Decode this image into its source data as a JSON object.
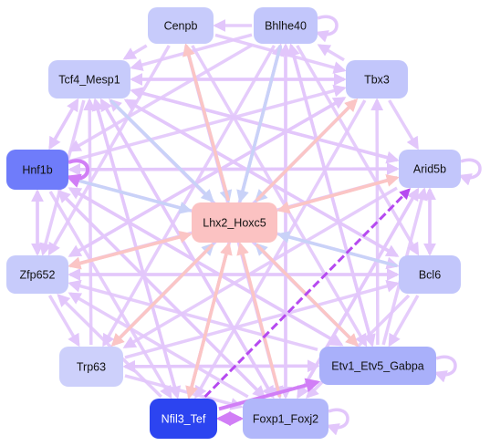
{
  "nodes": [
    {
      "id": "Cenpb",
      "label": "Cenpb",
      "fill": "#c7cbfb",
      "text": "dark-text"
    },
    {
      "id": "Bhlhe40",
      "label": "Bhlhe40",
      "fill": "#c2c6fb",
      "text": "dark-text"
    },
    {
      "id": "Tcf4_Mesp1",
      "label": "Tcf4_Mesp1",
      "fill": "#c7cbfb",
      "text": "dark-text"
    },
    {
      "id": "Tbx3",
      "label": "Tbx3",
      "fill": "#c2c6fb",
      "text": "dark-text"
    },
    {
      "id": "Hnf1b",
      "label": "Hnf1b",
      "fill": "#6f7cfa",
      "text": "dark-text"
    },
    {
      "id": "Arid5b",
      "label": "Arid5b",
      "fill": "#c2c6fb",
      "text": "dark-text"
    },
    {
      "id": "Lhx2_Hoxc5",
      "label": "Lhx2_Hoxc5",
      "fill": "#fbc2c2",
      "text": "dark-text"
    },
    {
      "id": "Zfp652",
      "label": "Zfp652",
      "fill": "#c7cbfb",
      "text": "dark-text"
    },
    {
      "id": "Bcl6",
      "label": "Bcl6",
      "fill": "#c2c6fb",
      "text": "dark-text"
    },
    {
      "id": "Trp63",
      "label": "Trp63",
      "fill": "#cdd0fb",
      "text": "dark-text"
    },
    {
      "id": "Etv1_Etv5_Gabpa",
      "label": "Etv1_Etv5_Gabpa",
      "fill": "#a9b0fa",
      "text": "dark-text"
    },
    {
      "id": "Nfil3_Tef",
      "label": "Nfil3_Tef",
      "fill": "#2c44f0",
      "text": "light-text"
    },
    {
      "id": "Foxp1_Foxj2",
      "label": "Foxp1_Foxj2",
      "fill": "#b1b7fa",
      "text": "dark-text"
    }
  ],
  "edge_colors": {
    "regular": "#e2c6fb",
    "repress": "#fbc5c5",
    "weak": "#c9d2f8",
    "strong": "#b64af0",
    "self": "#d17ef6"
  },
  "edges": [
    {
      "from": "Tcf4_Mesp1",
      "to": "Tbx3",
      "kind": "regular"
    },
    {
      "from": "Tcf4_Mesp1",
      "to": "Arid5b",
      "kind": "regular"
    },
    {
      "from": "Tcf4_Mesp1",
      "to": "Bcl6",
      "kind": "regular"
    },
    {
      "from": "Tcf4_Mesp1",
      "to": "Etv1_Etv5_Gabpa",
      "kind": "regular"
    },
    {
      "from": "Tcf4_Mesp1",
      "to": "Foxp1_Foxj2",
      "kind": "regular"
    },
    {
      "from": "Tcf4_Mesp1",
      "to": "Nfil3_Tef",
      "kind": "regular"
    },
    {
      "from": "Tcf4_Mesp1",
      "to": "Zfp652",
      "kind": "regular"
    },
    {
      "from": "Tcf4_Mesp1",
      "to": "Hnf1b",
      "kind": "regular"
    },
    {
      "from": "Tcf4_Mesp1",
      "to": "Lhx2_Hoxc5",
      "kind": "weak"
    },
    {
      "from": "Cenpb",
      "to": "Tcf4_Mesp1",
      "kind": "regular"
    },
    {
      "from": "Cenpb",
      "to": "Tbx3",
      "kind": "regular"
    },
    {
      "from": "Cenpb",
      "to": "Foxp1_Foxj2",
      "kind": "regular"
    },
    {
      "from": "Cenpb",
      "to": "Etv1_Etv5_Gabpa",
      "kind": "regular"
    },
    {
      "from": "Cenpb",
      "to": "Zfp652",
      "kind": "regular"
    },
    {
      "from": "Cenpb",
      "to": "Lhx2_Hoxc5",
      "kind": "weak"
    },
    {
      "from": "Bhlhe40",
      "to": "Cenpb",
      "kind": "regular"
    },
    {
      "from": "Bhlhe40",
      "to": "Tcf4_Mesp1",
      "kind": "regular"
    },
    {
      "from": "Bhlhe40",
      "to": "Hnf1b",
      "kind": "regular"
    },
    {
      "from": "Bhlhe40",
      "to": "Trp63",
      "kind": "regular"
    },
    {
      "from": "Bhlhe40",
      "to": "Foxp1_Foxj2",
      "kind": "regular"
    },
    {
      "from": "Bhlhe40",
      "to": "Nfil3_Tef",
      "kind": "regular"
    },
    {
      "from": "Bhlhe40",
      "to": "Etv1_Etv5_Gabpa",
      "kind": "regular"
    },
    {
      "from": "Bhlhe40",
      "to": "Bcl6",
      "kind": "regular"
    },
    {
      "from": "Bhlhe40",
      "to": "Lhx2_Hoxc5",
      "kind": "weak"
    },
    {
      "from": "Tbx3",
      "to": "Tcf4_Mesp1",
      "kind": "regular"
    },
    {
      "from": "Tbx3",
      "to": "Arid5b",
      "kind": "regular"
    },
    {
      "from": "Tbx3",
      "to": "Zfp652",
      "kind": "regular"
    },
    {
      "from": "Tbx3",
      "to": "Trp63",
      "kind": "regular"
    },
    {
      "from": "Tbx3",
      "to": "Nfil3_Tef",
      "kind": "regular"
    },
    {
      "from": "Tbx3",
      "to": "Bhlhe40",
      "kind": "regular"
    },
    {
      "from": "Tbx3",
      "to": "Lhx2_Hoxc5",
      "kind": "weak"
    },
    {
      "from": "Hnf1b",
      "to": "Tcf4_Mesp1",
      "kind": "regular"
    },
    {
      "from": "Hnf1b",
      "to": "Zfp652",
      "kind": "regular"
    },
    {
      "from": "Hnf1b",
      "to": "Arid5b",
      "kind": "regular"
    },
    {
      "from": "Hnf1b",
      "to": "Bcl6",
      "kind": "regular"
    },
    {
      "from": "Hnf1b",
      "to": "Etv1_Etv5_Gabpa",
      "kind": "regular"
    },
    {
      "from": "Hnf1b",
      "to": "Foxp1_Foxj2",
      "kind": "regular"
    },
    {
      "from": "Hnf1b",
      "to": "Nfil3_Tef",
      "kind": "regular"
    },
    {
      "from": "Hnf1b",
      "to": "Tbx3",
      "kind": "regular"
    },
    {
      "from": "Hnf1b",
      "to": "Lhx2_Hoxc5",
      "kind": "weak"
    },
    {
      "from": "Arid5b",
      "to": "Hnf1b",
      "kind": "regular"
    },
    {
      "from": "Arid5b",
      "to": "Tcf4_Mesp1",
      "kind": "regular"
    },
    {
      "from": "Arid5b",
      "to": "Trp63",
      "kind": "regular"
    },
    {
      "from": "Arid5b",
      "to": "Zfp652",
      "kind": "regular"
    },
    {
      "from": "Arid5b",
      "to": "Foxp1_Foxj2",
      "kind": "regular"
    },
    {
      "from": "Arid5b",
      "to": "Bcl6",
      "kind": "regular"
    },
    {
      "from": "Arid5b",
      "to": "Lhx2_Hoxc5",
      "kind": "repress"
    },
    {
      "from": "Zfp652",
      "to": "Hnf1b",
      "kind": "regular"
    },
    {
      "from": "Zfp652",
      "to": "Tbx3",
      "kind": "regular"
    },
    {
      "from": "Zfp652",
      "to": "Bcl6",
      "kind": "regular"
    },
    {
      "from": "Zfp652",
      "to": "Trp63",
      "kind": "regular"
    },
    {
      "from": "Zfp652",
      "to": "Lhx2_Hoxc5",
      "kind": "repress"
    },
    {
      "from": "Bcl6",
      "to": "Arid5b",
      "kind": "regular"
    },
    {
      "from": "Bcl6",
      "to": "Tcf4_Mesp1",
      "kind": "regular"
    },
    {
      "from": "Bcl6",
      "to": "Zfp652",
      "kind": "regular"
    },
    {
      "from": "Bcl6",
      "to": "Etv1_Etv5_Gabpa",
      "kind": "regular"
    },
    {
      "from": "Bcl6",
      "to": "Foxp1_Foxj2",
      "kind": "regular"
    },
    {
      "from": "Bcl6",
      "to": "Lhx2_Hoxc5",
      "kind": "weak"
    },
    {
      "from": "Trp63",
      "to": "Tcf4_Mesp1",
      "kind": "regular"
    },
    {
      "from": "Trp63",
      "to": "Tbx3",
      "kind": "regular"
    },
    {
      "from": "Trp63",
      "to": "Bcl6",
      "kind": "regular"
    },
    {
      "from": "Trp63",
      "to": "Etv1_Etv5_Gabpa",
      "kind": "regular"
    },
    {
      "from": "Trp63",
      "to": "Foxp1_Foxj2",
      "kind": "regular"
    },
    {
      "from": "Trp63",
      "to": "Lhx2_Hoxc5",
      "kind": "weak"
    },
    {
      "from": "Etv1_Etv5_Gabpa",
      "to": "Tcf4_Mesp1",
      "kind": "regular"
    },
    {
      "from": "Etv1_Etv5_Gabpa",
      "to": "Bhlhe40",
      "kind": "regular"
    },
    {
      "from": "Etv1_Etv5_Gabpa",
      "to": "Tbx3",
      "kind": "regular"
    },
    {
      "from": "Etv1_Etv5_Gabpa",
      "to": "Hnf1b",
      "kind": "regular"
    },
    {
      "from": "Etv1_Etv5_Gabpa",
      "to": "Zfp652",
      "kind": "regular"
    },
    {
      "from": "Etv1_Etv5_Gabpa",
      "to": "Arid5b",
      "kind": "regular"
    },
    {
      "from": "Etv1_Etv5_Gabpa",
      "to": "Trp63",
      "kind": "regular"
    },
    {
      "from": "Etv1_Etv5_Gabpa",
      "to": "Lhx2_Hoxc5",
      "kind": "weak"
    },
    {
      "from": "Foxp1_Foxj2",
      "to": "Bhlhe40",
      "kind": "regular"
    },
    {
      "from": "Foxp1_Foxj2",
      "to": "Cenpb",
      "kind": "regular"
    },
    {
      "from": "Foxp1_Foxj2",
      "to": "Arid5b",
      "kind": "regular"
    },
    {
      "from": "Foxp1_Foxj2",
      "to": "Tcf4_Mesp1",
      "kind": "regular"
    },
    {
      "from": "Foxp1_Foxj2",
      "to": "Hnf1b",
      "kind": "regular"
    },
    {
      "from": "Foxp1_Foxj2",
      "to": "Zfp652",
      "kind": "regular"
    },
    {
      "from": "Foxp1_Foxj2",
      "to": "Nfil3_Tef",
      "kind": "self"
    },
    {
      "from": "Foxp1_Foxj2",
      "to": "Lhx2_Hoxc5",
      "kind": "repress"
    },
    {
      "from": "Nfil3_Tef",
      "to": "Arid5b",
      "kind": "strong"
    },
    {
      "from": "Nfil3_Tef",
      "to": "Etv1_Etv5_Gabpa",
      "kind": "self"
    },
    {
      "from": "Nfil3_Tef",
      "to": "Foxp1_Foxj2",
      "kind": "self"
    },
    {
      "from": "Nfil3_Tef",
      "to": "Tcf4_Mesp1",
      "kind": "regular"
    },
    {
      "from": "Nfil3_Tef",
      "to": "Zfp652",
      "kind": "regular"
    },
    {
      "from": "Nfil3_Tef",
      "to": "Bhlhe40",
      "kind": "regular"
    },
    {
      "from": "Nfil3_Tef",
      "to": "Lhx2_Hoxc5",
      "kind": "repress"
    },
    {
      "from": "Lhx2_Hoxc5",
      "to": "Cenpb",
      "kind": "repress"
    },
    {
      "from": "Lhx2_Hoxc5",
      "to": "Tbx3",
      "kind": "repress"
    },
    {
      "from": "Lhx2_Hoxc5",
      "to": "Zfp652",
      "kind": "repress"
    },
    {
      "from": "Lhx2_Hoxc5",
      "to": "Arid5b",
      "kind": "repress"
    },
    {
      "from": "Lhx2_Hoxc5",
      "to": "Trp63",
      "kind": "repress"
    },
    {
      "from": "Lhx2_Hoxc5",
      "to": "Nfil3_Tef",
      "kind": "repress"
    },
    {
      "from": "Lhx2_Hoxc5",
      "to": "Etv1_Etv5_Gabpa",
      "kind": "repress"
    }
  ],
  "self_loops": [
    {
      "node": "Bhlhe40",
      "kind": "regular"
    },
    {
      "node": "Hnf1b",
      "kind": "self"
    },
    {
      "node": "Arid5b",
      "kind": "regular"
    },
    {
      "node": "Etv1_Etv5_Gabpa",
      "kind": "regular"
    },
    {
      "node": "Foxp1_Foxj2",
      "kind": "regular"
    }
  ]
}
